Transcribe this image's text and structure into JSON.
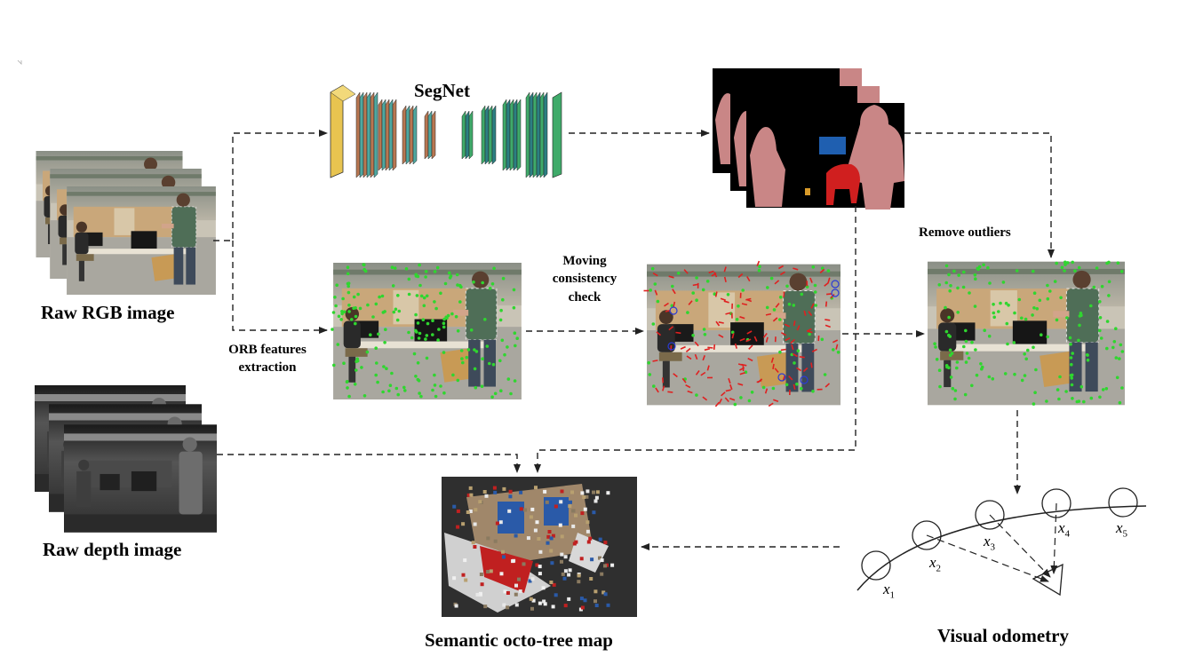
{
  "labels": {
    "segnet": "SegNet",
    "raw_rgb": "Raw RGB image",
    "raw_depth": "Raw depth image",
    "orb": "ORB features extraction",
    "moving_check": "Moving consistency check",
    "remove_outliers": "Remove outliers",
    "octo_map": "Semantic octo-tree map",
    "visual_odometry": "Visual odometry"
  },
  "poses": [
    {
      "var": "x",
      "sub": "1"
    },
    {
      "var": "x",
      "sub": "2"
    },
    {
      "var": "x",
      "sub": "3"
    },
    {
      "var": "x",
      "sub": "4"
    },
    {
      "var": "x",
      "sub": "5"
    }
  ],
  "colors": {
    "person": "#c98686",
    "chair": "#d01f1f",
    "monitor": "#1f5fb0",
    "feature_point": "#2fd62f",
    "outlier": "#e02020",
    "segnet_encoder": "#b87752",
    "segnet_decoder": "#3faa6a",
    "segnet_input": "#e8c450"
  }
}
